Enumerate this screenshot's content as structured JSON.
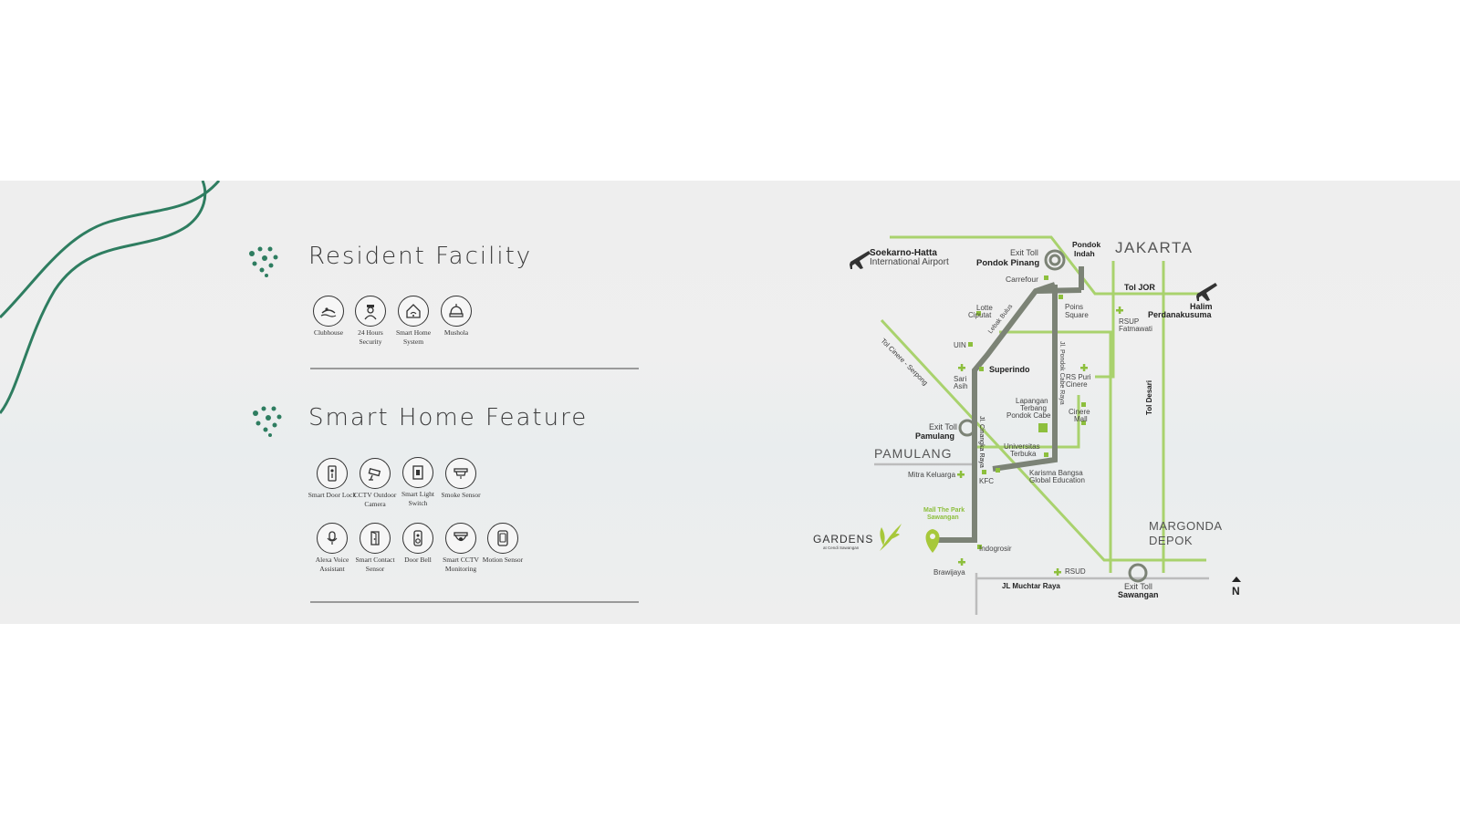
{
  "resident": {
    "title": "Resident Facility",
    "items": [
      {
        "label": "Clubhouse",
        "icon": "clubhouse-icon"
      },
      {
        "label": "24 Hours Security",
        "icon": "security-guard-icon"
      },
      {
        "label": "Smart Home System",
        "icon": "smart-home-icon"
      },
      {
        "label": "Mushola",
        "icon": "mosque-dome-icon"
      }
    ]
  },
  "smart": {
    "title": "Smart Home Feature",
    "items": [
      {
        "label": "Smart Door Lock",
        "icon": "door-lock-icon"
      },
      {
        "label": "CCTV Outdoor Camera",
        "icon": "cctv-outdoor-icon"
      },
      {
        "label": "Smart Light Switch",
        "icon": "light-switch-icon"
      },
      {
        "label": "Smoke Sensor",
        "icon": "smoke-sensor-icon"
      },
      {
        "label": "Alexa Voice Assistant",
        "icon": "voice-assistant-icon"
      },
      {
        "label": "Smart Contact Sensor",
        "icon": "contact-sensor-icon"
      },
      {
        "label": "Door Bell",
        "icon": "door-bell-icon"
      },
      {
        "label": "Smart CCTV Monitoring",
        "icon": "cctv-dome-icon"
      },
      {
        "label": "Motion Sensor",
        "icon": "motion-sensor-icon"
      }
    ]
  },
  "map": {
    "soekarno1": "Soekarno-Hatta",
    "soekarno2": "International Airport",
    "exit_pp1": "Exit Toll",
    "exit_pp2": "Pondok Pinang",
    "pondok_indah1": "Pondok",
    "pondok_indah2": "Indah",
    "jakarta": "JAKARTA",
    "carrefour": "Carrefour",
    "toljor": "Tol JOR",
    "halim1": "Halim",
    "halim2": "Perdanakusuma",
    "lotte1": "Lotte",
    "lotte2": "Ciputat",
    "poins1": "Poins",
    "poins2": "Square",
    "rsup1": "RSUP",
    "rsup2": "Fatmawati",
    "uin": "UIN",
    "tol_cinere": "Tol Cinere - Serpong",
    "superindo": "Superindo",
    "jl_lebak": "Lebak Bulus",
    "jl_cabe": "Jl. Pondok Cabe Raya",
    "rs_puri1": "RS Puri",
    "rs_puri2": "Cinere",
    "sari1": "Sari",
    "sari2": "Asih",
    "lapangan1": "Lapangan",
    "lapangan2": "Terbang",
    "lapangan3": "Pondok Cabe",
    "cinere_mall1": "Cinere",
    "cinere_mall2": "Mall",
    "tol_desari": "Tol Desari",
    "exit_pam1": "Exit Toll",
    "exit_pam2": "Pamulang",
    "jl_cinangka": "Jl. Cinangka Raya",
    "pamulang": "PAMULANG",
    "ut1": "Universitas",
    "ut2": "Terbuka",
    "mitra": "Mitra Keluarga",
    "kfc": "KFC",
    "karisma1": "Karisma Bangsa",
    "karisma2": "Global Education",
    "mall_park1": "Mall The Park",
    "mall_park2": "Sawangan",
    "gardens1": "GARDENS",
    "gardens2": "at Cendi Sawangan",
    "indogrosir": "Indogrosir",
    "margonda": "MARGONDA",
    "depok": "DEPOK",
    "brawijaya": "Brawijaya",
    "rsud": "RSUD",
    "jl_muchtar": "JL Muchtar Raya",
    "exit_saw1": "Exit Toll",
    "exit_saw2": "Sawangan",
    "north": "N"
  },
  "colors": {
    "dark_green": "#2e7d60",
    "lime": "#8dbf3d",
    "road_gray": "#7c8376",
    "light_green": "#a9d26d"
  }
}
